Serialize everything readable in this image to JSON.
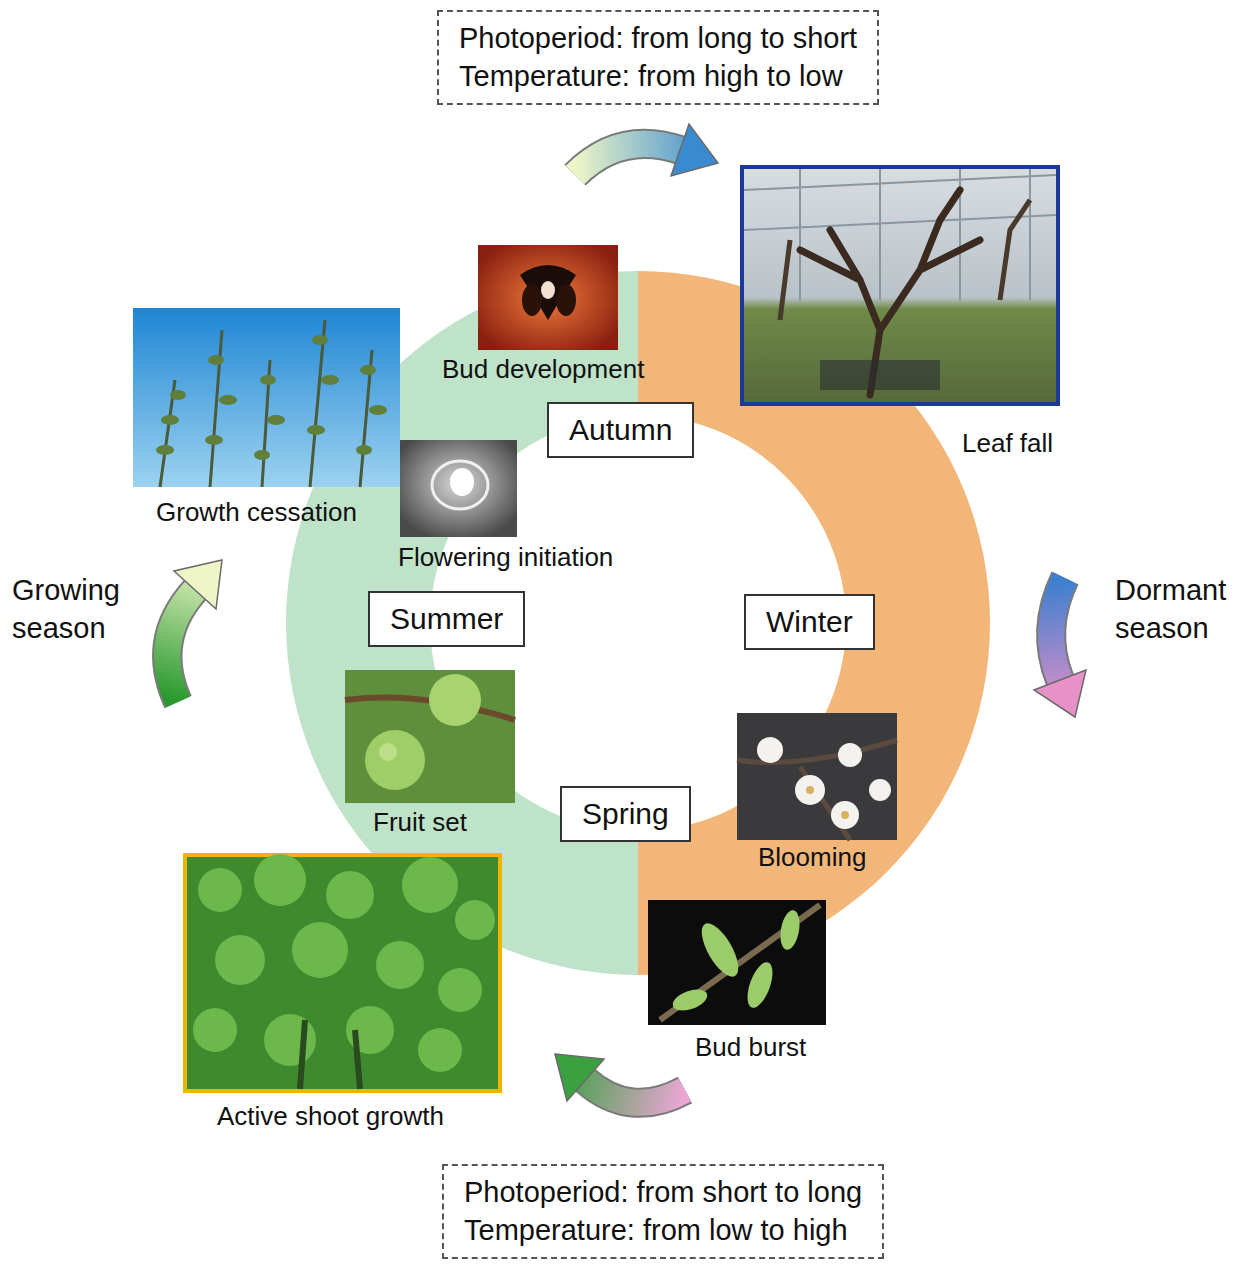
{
  "diagram": {
    "nodes": [
      {
        "text": [
          "Photoperiod: from long to short",
          "Temperature: from high to low"
        ]
      },
      {
        "text": [
          "Autumn"
        ]
      },
      {
        "text": [
          "Summer"
        ]
      },
      {
        "text": [
          "Winter"
        ]
      },
      {
        "text": [
          "Spring"
        ]
      },
      {
        "text": [
          "Photoperiod: from short to long",
          "Temperature: from low to high"
        ]
      }
    ],
    "labels": [
      "Bud development",
      "Leaf fall",
      "Growth cessation",
      "Flowering initiation",
      "Growing season",
      "Dormant season",
      "Fruit set",
      "Blooming",
      "Bud burst",
      "Active shoot growth"
    ]
  }
}
